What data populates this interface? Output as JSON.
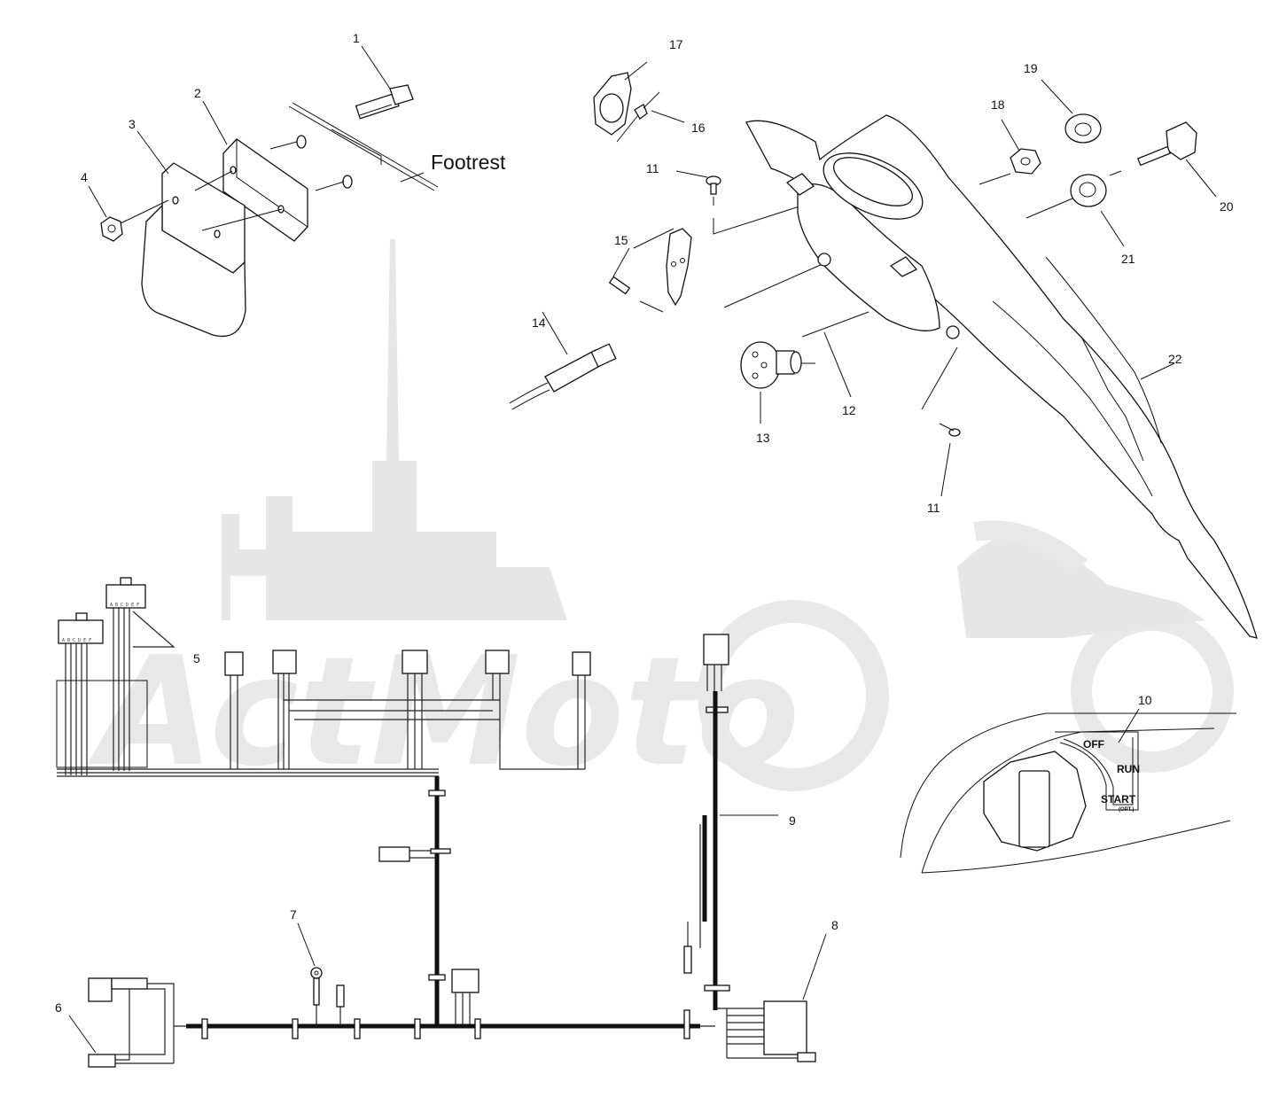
{
  "callouts": {
    "c1": "1",
    "c2": "2",
    "c3": "3",
    "c4": "4",
    "c5": "5",
    "c6": "6",
    "c7": "7",
    "c8": "8",
    "c9": "9",
    "c10": "10",
    "c11a": "11",
    "c11b": "11",
    "c12": "12",
    "c13": "13",
    "c14": "14",
    "c15": "15",
    "c16": "16",
    "c17": "17",
    "c18": "18",
    "c19": "19",
    "c20": "20",
    "c21": "21",
    "c22": "22"
  },
  "labels": {
    "footrest": "Footrest",
    "connector_a": "A B C D E F",
    "connector_b": "A B C D E F"
  },
  "ignition_switch": {
    "off": "OFF",
    "run": "RUN",
    "start": "START",
    "opt": "(OPT.)"
  },
  "watermark": {
    "text": "ActMoto"
  },
  "colors": {
    "line": "#111111",
    "watermark": "#e6e6e6",
    "background": "#ffffff"
  }
}
